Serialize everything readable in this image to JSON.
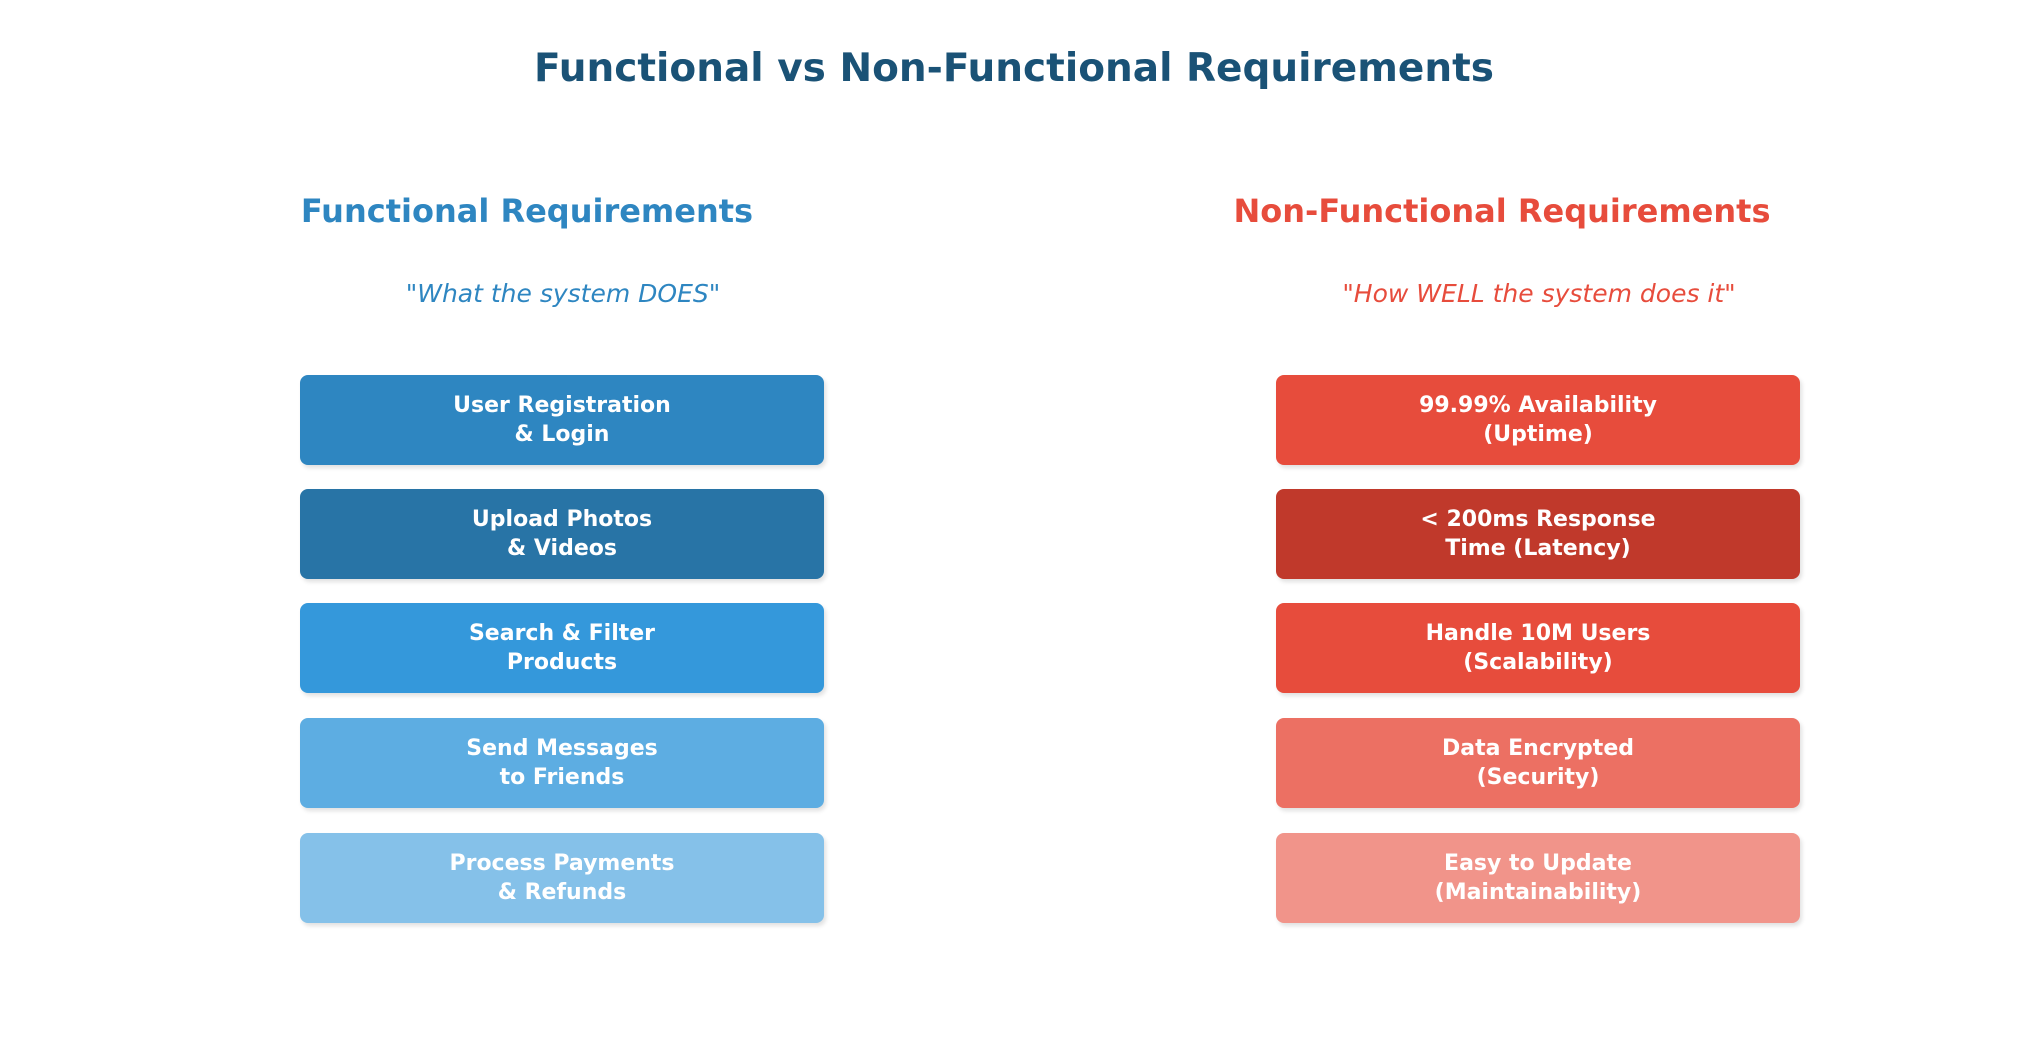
{
  "title": "Functional vs Non-Functional Requirements",
  "title_color": "#1a5276",
  "columns": [
    {
      "header": "Functional Requirements",
      "subtitle": "\"What the system DOES\"",
      "accent_color": "#2e86c1",
      "items": [
        {
          "line1": "User Registration",
          "line2": "& Login",
          "color": "#2e86c1"
        },
        {
          "line1": "Upload Photos",
          "line2": "& Videos",
          "color": "#2874a6"
        },
        {
          "line1": "Search & Filter",
          "line2": "Products",
          "color": "#3498db"
        },
        {
          "line1": "Send Messages",
          "line2": "to Friends",
          "color": "#5dade2"
        },
        {
          "line1": "Process Payments",
          "line2": "& Refunds",
          "color": "#85c1e9"
        }
      ]
    },
    {
      "header": "Non-Functional Requirements",
      "subtitle": "\"How WELL the system does it\"",
      "accent_color": "#e74c3c",
      "items": [
        {
          "line1": "99.99% Availability",
          "line2": "(Uptime)",
          "color": "#e74c3c"
        },
        {
          "line1": "< 200ms Response",
          "line2": "Time (Latency)",
          "color": "#c0392b"
        },
        {
          "line1": "Handle 10M Users",
          "line2": "(Scalability)",
          "color": "#e74c3c"
        },
        {
          "line1": "Data Encrypted",
          "line2": "(Security)",
          "color": "#ec7063"
        },
        {
          "line1": "Easy to Update",
          "line2": "(Maintainability)",
          "color": "#f1948a"
        }
      ]
    }
  ]
}
